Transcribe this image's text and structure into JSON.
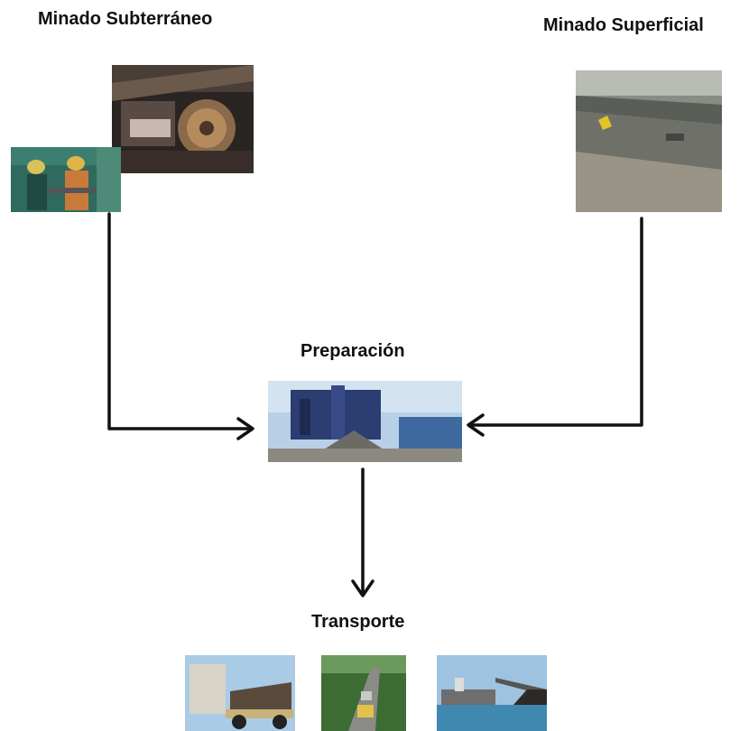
{
  "nodes": {
    "underground": {
      "label": "Minado Subterráneo"
    },
    "surface": {
      "label": "Minado Superficial"
    },
    "preparation": {
      "label": "Preparación"
    },
    "transport": {
      "label": "Transporte"
    }
  },
  "edges": [
    {
      "from": "underground",
      "to": "preparation"
    },
    {
      "from": "surface",
      "to": "preparation"
    },
    {
      "from": "preparation",
      "to": "transport"
    }
  ]
}
